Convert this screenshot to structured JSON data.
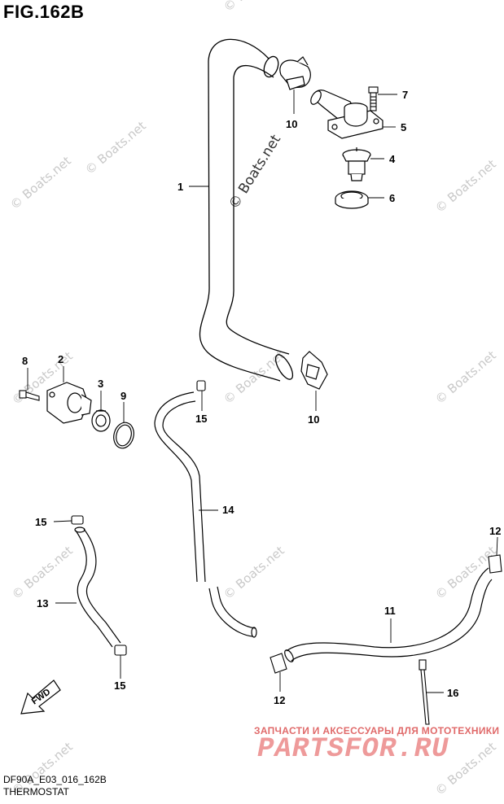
{
  "figure": {
    "title": "FIG.162B"
  },
  "footer": {
    "code": "DF90A_E03_016_162B",
    "name": "THERMOSTAT"
  },
  "watermark": {
    "text": "© Boats.net"
  },
  "promo": {
    "tagline": "ЗАПЧАСТИ И АКСЕССУАРЫ ДЛЯ МОТОТЕХНИКИ",
    "brand": "PARTSFOR.RU"
  },
  "fwd_label": "FWD",
  "callouts": {
    "c1": "1",
    "c2": "2",
    "c3": "3",
    "c4": "4",
    "c5": "5",
    "c6": "6",
    "c7": "7",
    "c8": "8",
    "c9": "9",
    "c10a": "10",
    "c10b": "10",
    "c11": "11",
    "c12a": "12",
    "c12b": "12",
    "c13": "13",
    "c14": "14",
    "c15a": "15",
    "c15b": "15",
    "c15c": "15",
    "c16": "16"
  }
}
